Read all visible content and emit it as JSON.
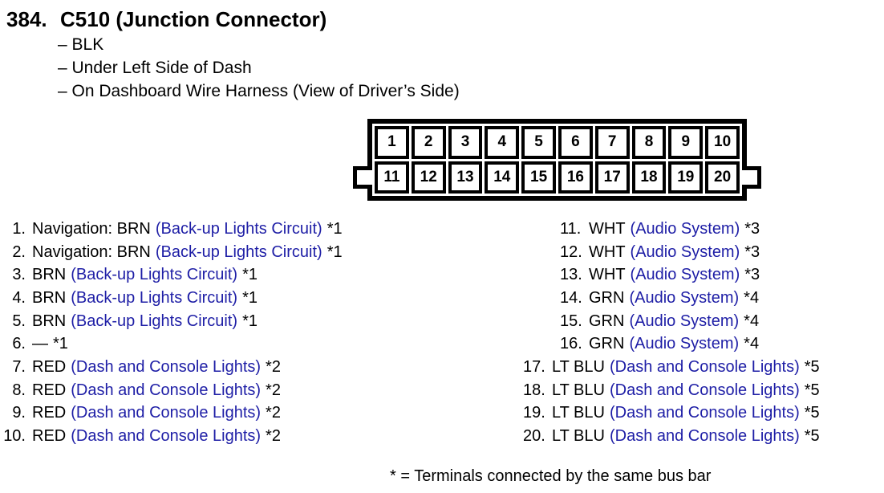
{
  "header": {
    "number": "384.",
    "title": "C510 (Junction Connector)",
    "details": [
      "– BLK",
      "– Under Left Side of Dash",
      "– On Dashboard Wire Harness (View of Driver’s Side)"
    ]
  },
  "connector": {
    "top_row": [
      "1",
      "2",
      "3",
      "4",
      "5",
      "6",
      "7",
      "8",
      "9",
      "10"
    ],
    "bottom_row": [
      "11",
      "12",
      "13",
      "14",
      "15",
      "16",
      "17",
      "18",
      "19",
      "20"
    ]
  },
  "pins": {
    "left": [
      {
        "num": "1.",
        "label": "Navigation: BRN",
        "circuit": "(Back-up Lights Circuit)",
        "note": "*1"
      },
      {
        "num": "2.",
        "label": "Navigation: BRN",
        "circuit": "(Back-up Lights Circuit)",
        "note": "*1"
      },
      {
        "num": "3.",
        "label": "BRN",
        "circuit": "(Back-up Lights Circuit)",
        "note": "*1"
      },
      {
        "num": "4.",
        "label": "BRN",
        "circuit": "(Back-up Lights Circuit)",
        "note": "*1"
      },
      {
        "num": "5.",
        "label": "BRN",
        "circuit": "(Back-up Lights Circuit)",
        "note": "*1"
      },
      {
        "num": "6.",
        "label": "—",
        "circuit": "",
        "note": "*1"
      },
      {
        "num": "7.",
        "label": "RED",
        "circuit": "(Dash and Console Lights)",
        "note": "*2"
      },
      {
        "num": "8.",
        "label": "RED",
        "circuit": "(Dash and Console Lights)",
        "note": "*2"
      },
      {
        "num": "9.",
        "label": "RED",
        "circuit": "(Dash and Console Lights)",
        "note": "*2"
      },
      {
        "num": "10.",
        "label": "RED",
        "circuit": "(Dash and Console Lights)",
        "note": "*2"
      }
    ],
    "right": [
      {
        "num": "11.",
        "label": "WHT",
        "circuit": "(Audio System)",
        "note": "*3"
      },
      {
        "num": "12.",
        "label": "WHT",
        "circuit": "(Audio System)",
        "note": "*3"
      },
      {
        "num": "13.",
        "label": "WHT",
        "circuit": "(Audio System)",
        "note": "*3"
      },
      {
        "num": "14.",
        "label": "GRN",
        "circuit": "(Audio System)",
        "note": "*4"
      },
      {
        "num": "15.",
        "label": "GRN",
        "circuit": "(Audio System)",
        "note": "*4"
      },
      {
        "num": "16.",
        "label": "GRN",
        "circuit": "(Audio System)",
        "note": "*4"
      },
      {
        "num": "17.",
        "label": "LT BLU",
        "circuit": "(Dash and Console Lights)",
        "note": "*5"
      },
      {
        "num": "18.",
        "label": "LT BLU",
        "circuit": "(Dash and Console Lights)",
        "note": "*5"
      },
      {
        "num": "19.",
        "label": "LT BLU",
        "circuit": "(Dash and Console Lights)",
        "note": "*5"
      },
      {
        "num": "20.",
        "label": "LT BLU",
        "circuit": "(Dash and Console Lights)",
        "note": "*5"
      }
    ]
  },
  "footnote": "* = Terminals connected by the same bus bar",
  "colors": {
    "text": "#000000",
    "circuit": "#1e1ea6"
  }
}
